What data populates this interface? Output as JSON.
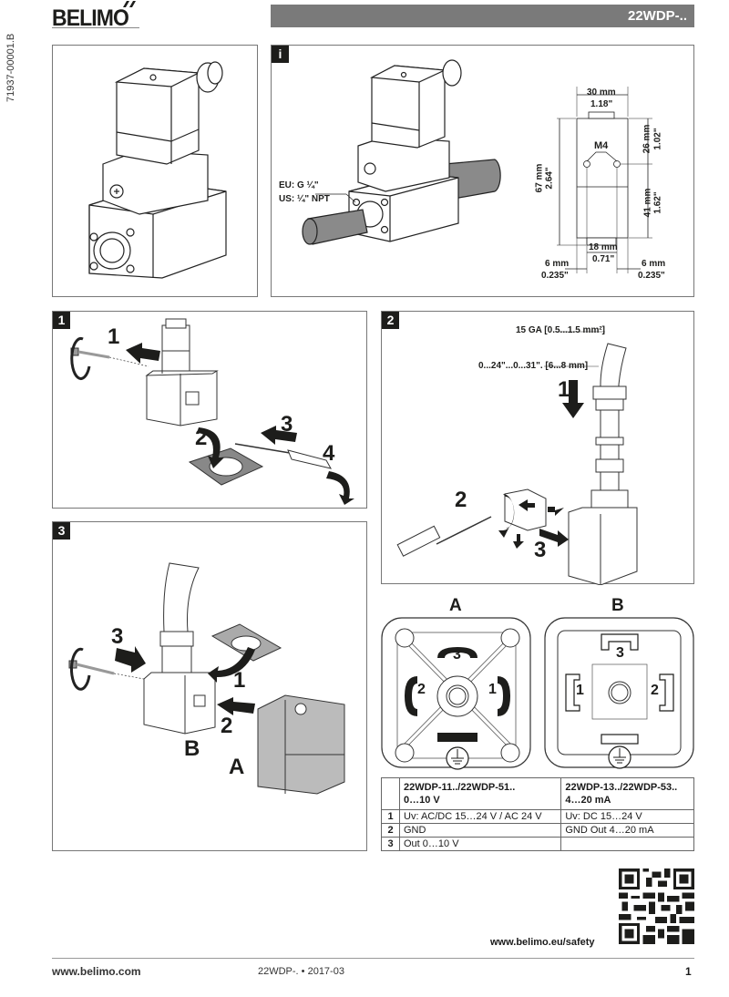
{
  "header": {
    "brand": "BELIMO",
    "product_code": "22WDP-..",
    "document_number": "71937-00001.B"
  },
  "panels": {
    "product_view": {
      "tag": ""
    },
    "info": {
      "tag": "i",
      "thread_eu": "EU: G ¼\"",
      "thread_us": "US: ¼\" NPT",
      "dimensions": {
        "width_mm": "30 mm",
        "width_in": "1.18\"",
        "height_mm": "67 mm",
        "height_in": "2.64\"",
        "upper_mm": "26 mm",
        "upper_in": "1.02\"",
        "lower_mm": "41 mm",
        "lower_in": "1.62\"",
        "screw_label": "M4",
        "hole_spacing_mm": "18 mm",
        "hole_spacing_in": "0.71\"",
        "left_offset_mm": "6 mm",
        "left_offset_in": "0.235\"",
        "right_offset_mm": "6 mm",
        "right_offset_in": "0.235\""
      }
    },
    "step1": {
      "tag": "1",
      "steps": [
        "1",
        "2",
        "3",
        "4"
      ]
    },
    "step2": {
      "tag": "2",
      "wire_gauge": "15 GA [0.5...1.5 mm²]",
      "cable_diameter": "0...24\"...0...31\". [6...8 mm]",
      "steps": [
        "1",
        "2",
        "3"
      ]
    },
    "step3": {
      "tag": "3",
      "steps": [
        "3",
        "1",
        "2"
      ],
      "part_b": "B",
      "part_a": "A"
    }
  },
  "connectors": {
    "a": {
      "title": "A",
      "pins": [
        "3",
        "2",
        "1"
      ]
    },
    "b": {
      "title": "B",
      "pins": [
        "3",
        "1",
        "2"
      ]
    }
  },
  "pin_table": {
    "columns": [
      {
        "model": "22WDP-11../22WDP-51..",
        "signal": "0…10 V"
      },
      {
        "model": "22WDP-13../22WDP-53..",
        "signal": "4…20 mA"
      }
    ],
    "rows": [
      {
        "pin": "1",
        "col1": "Uv: AC/DC 15…24 V / AC 24 V",
        "col2": "Uv: DC 15…24 V"
      },
      {
        "pin": "2",
        "col1": "GND",
        "col2": "GND Out 4…20 mA"
      },
      {
        "pin": "3",
        "col1": "Out 0…10 V",
        "col2": ""
      }
    ]
  },
  "safety": {
    "url": "www.belimo.eu/safety"
  },
  "footer": {
    "website": "www.belimo.com",
    "doc_ref": "22WDP-. • 2017-03",
    "page": "1"
  }
}
